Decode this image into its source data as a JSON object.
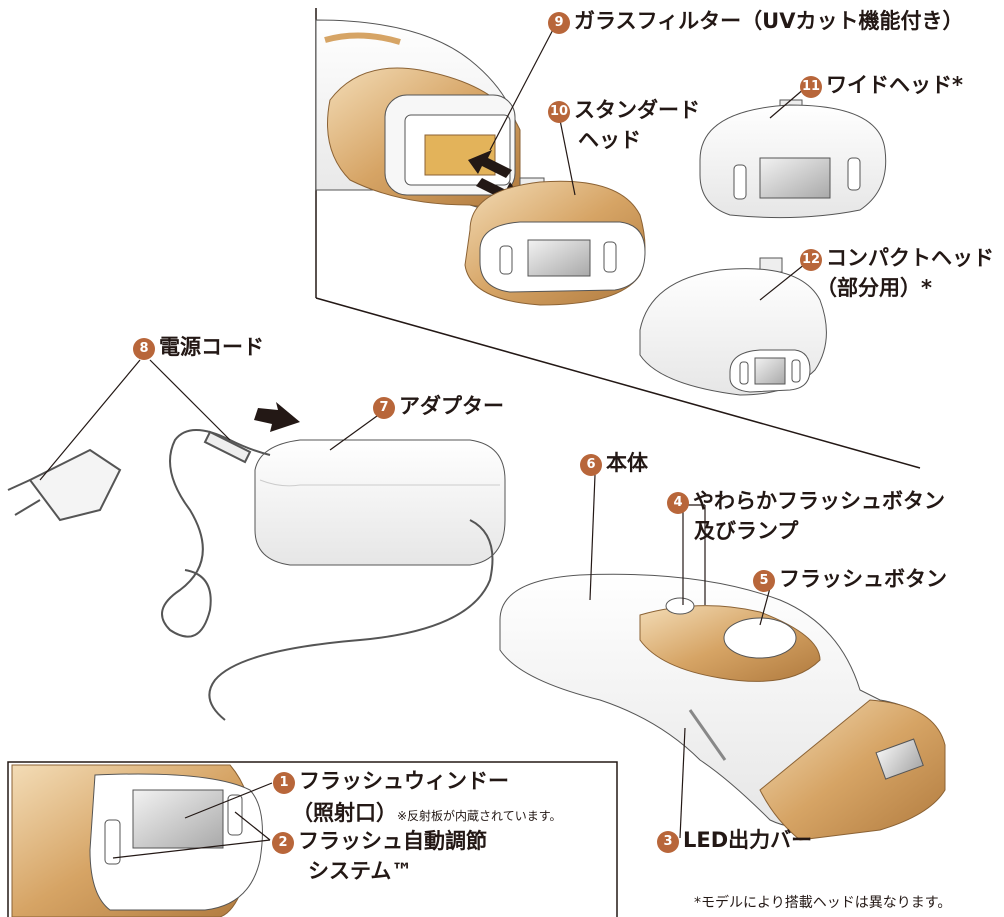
{
  "labels": {
    "l1": {
      "num": "1",
      "text": "フラッシュウィンドー"
    },
    "l1b": {
      "text": "（照射口）",
      "note": "※反射板が内蔵されています。"
    },
    "l2": {
      "num": "2",
      "text": "フラッシュ自動調節"
    },
    "l2b": {
      "text": "システム™"
    },
    "l3": {
      "num": "3",
      "text": "LED出力バー"
    },
    "l4": {
      "num": "4",
      "text": "やわらかフラッシュボタン"
    },
    "l4b": {
      "text": "及びランプ"
    },
    "l5": {
      "num": "5",
      "text": "フラッシュボタン"
    },
    "l6": {
      "num": "6",
      "text": "本体"
    },
    "l7": {
      "num": "7",
      "text": "アダプター"
    },
    "l8": {
      "num": "8",
      "text": "電源コード"
    },
    "l9": {
      "num": "9",
      "text": "ガラスフィルター（UVカット機能付き）"
    },
    "l10": {
      "num": "10",
      "text": "スタンダード"
    },
    "l10b": {
      "text": "ヘッド"
    },
    "l11": {
      "num": "11",
      "text": "ワイドヘッド*"
    },
    "l12": {
      "num": "12",
      "text": "コンパクトヘッド"
    },
    "l12b": {
      "text": "（部分用）*"
    }
  },
  "footnote": "*モデルにより搭載ヘッドは異なります。",
  "colors": {
    "gold": "#d9a86c",
    "accent": "#b8663a",
    "line": "#231815"
  }
}
